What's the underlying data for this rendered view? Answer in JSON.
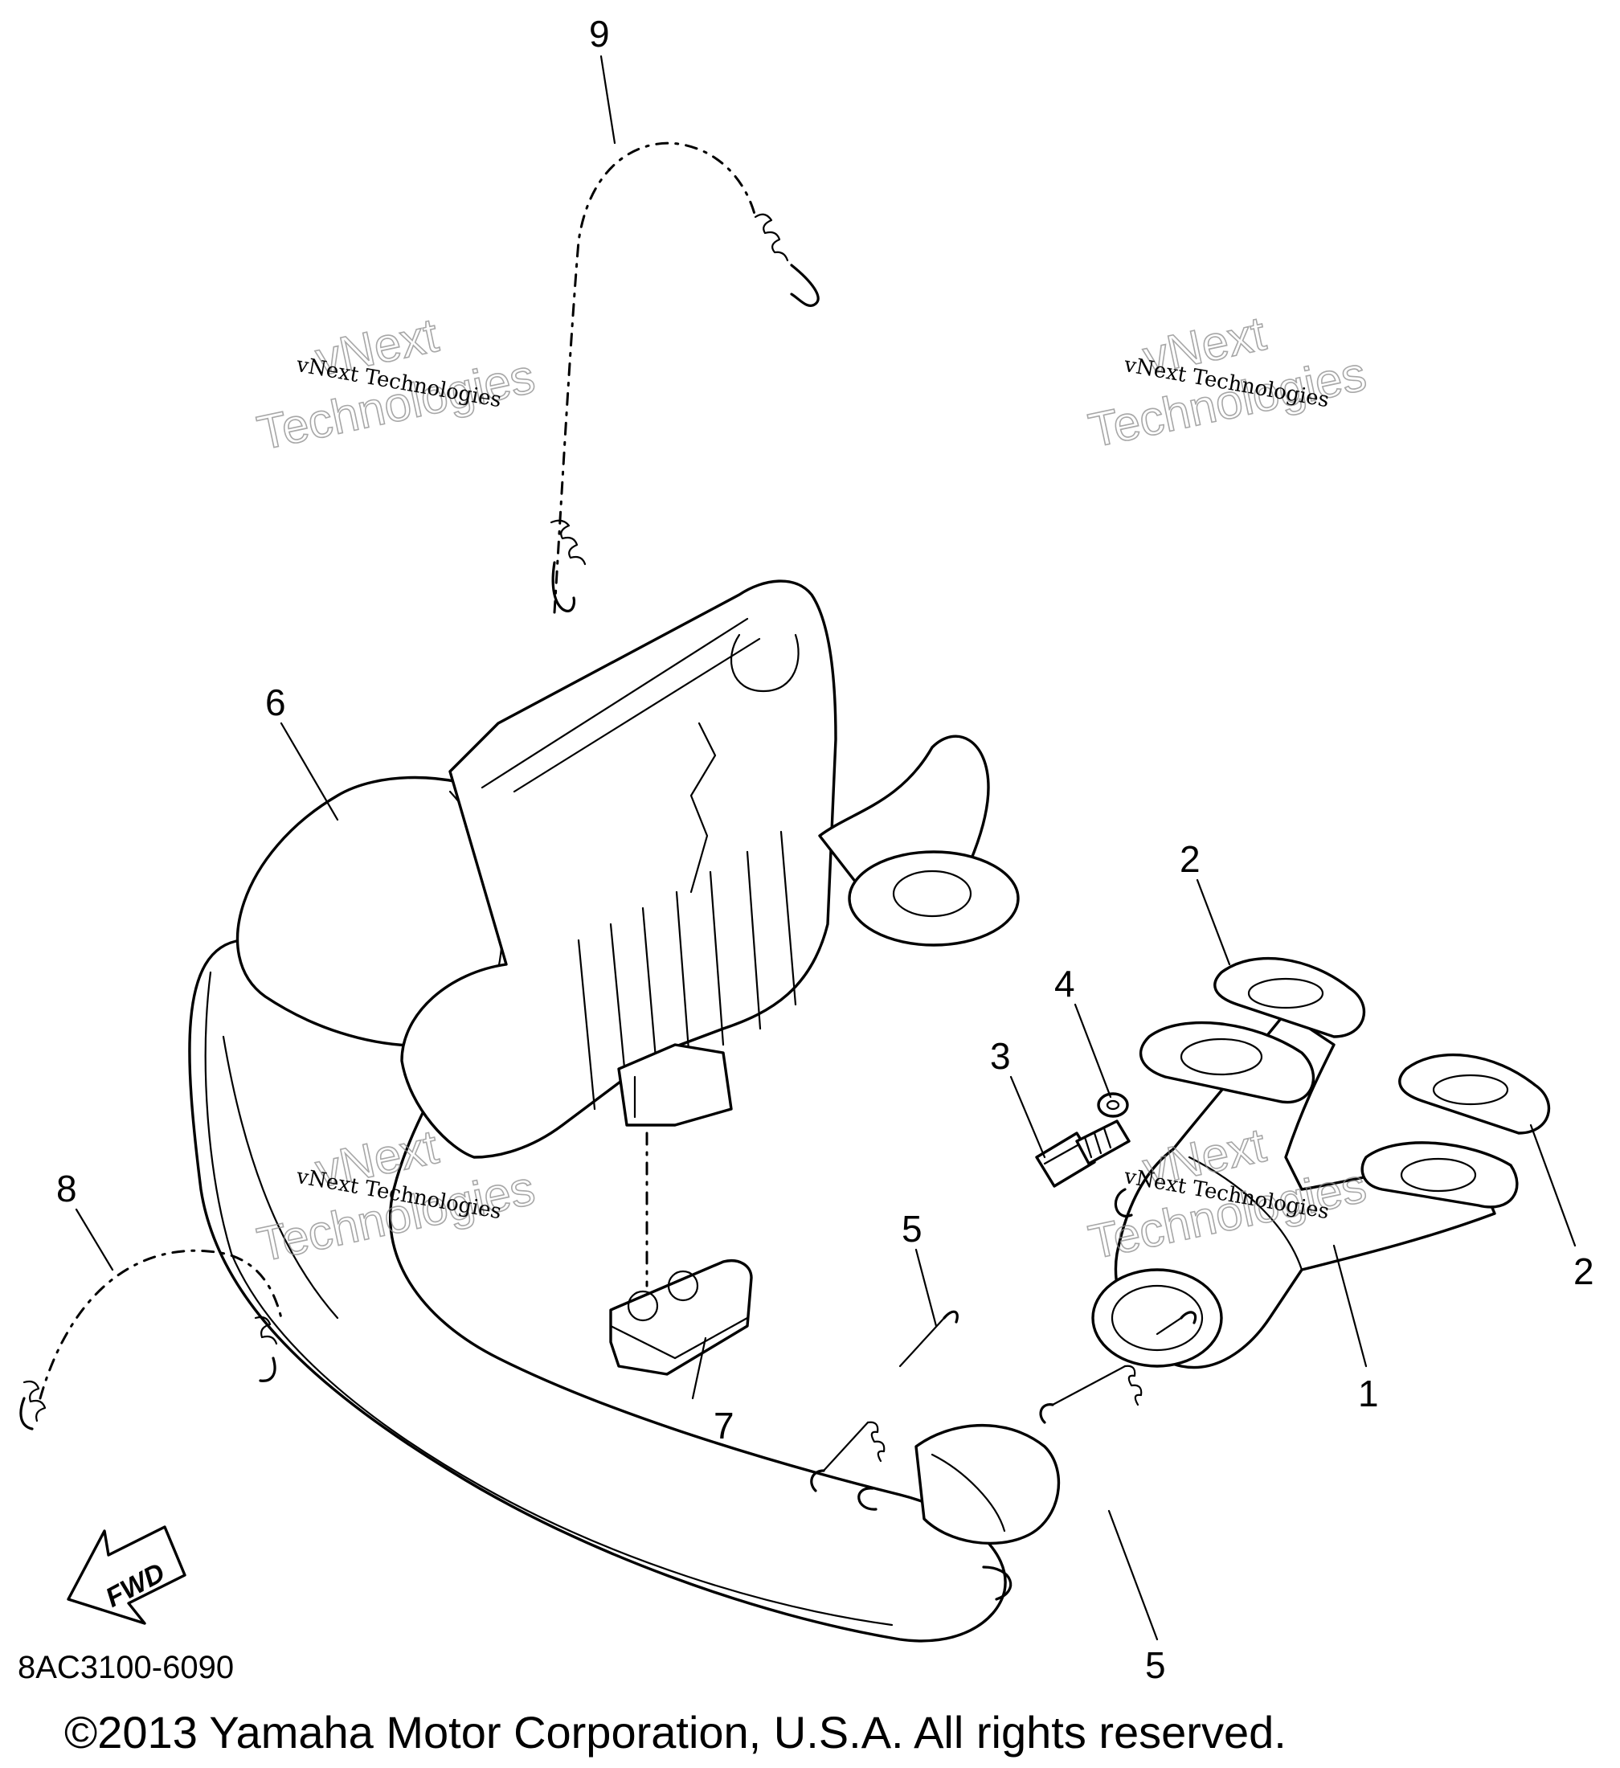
{
  "callouts": {
    "c1": "1",
    "c2a": "2",
    "c2b": "2",
    "c3": "3",
    "c4": "4",
    "c5a": "5",
    "c5b": "5",
    "c6": "6",
    "c7": "7",
    "c8": "8",
    "c9": "9"
  },
  "watermark": {
    "small": "vNext Technologies",
    "big_line1": "vNext",
    "big_line2": "Technologies"
  },
  "fwd_label": "FWD",
  "diagram_code": "8AC3100-6090",
  "copyright": "©2013 Yamaha Motor Corporation, U.S.A. All rights reserved."
}
